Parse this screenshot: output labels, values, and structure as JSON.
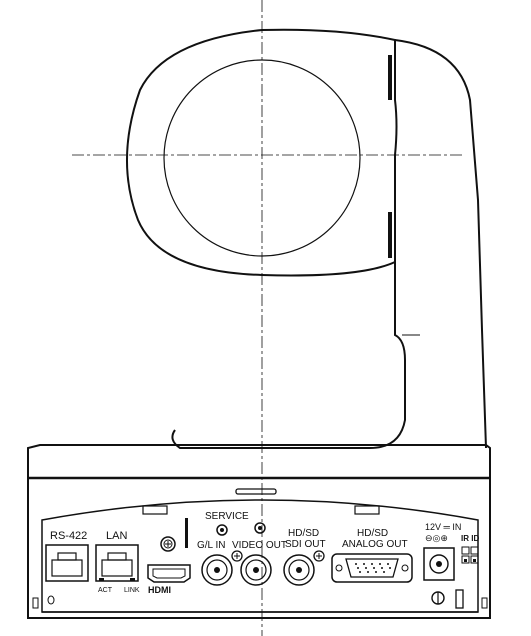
{
  "diagram": {
    "labels": {
      "rs422": "RS-422",
      "lan": "LAN",
      "act": "ACT",
      "link": "LINK",
      "hdmi": "HDMI",
      "service": "SERVICE",
      "gl_in": "G/L IN",
      "video_out": "VIDEO OUT",
      "hdsd_sdi_1": "HD/SD",
      "hdsd_sdi_2": "SDI OUT",
      "hdsd_analog_1": "HD/SD",
      "hdsd_analog_2": "ANALOG OUT",
      "power_in": "12V ═ IN",
      "polarity": "⊖◎⊕",
      "irid": "IR ID"
    },
    "colors": {
      "line": "#111111",
      "background": "#ffffff"
    }
  }
}
